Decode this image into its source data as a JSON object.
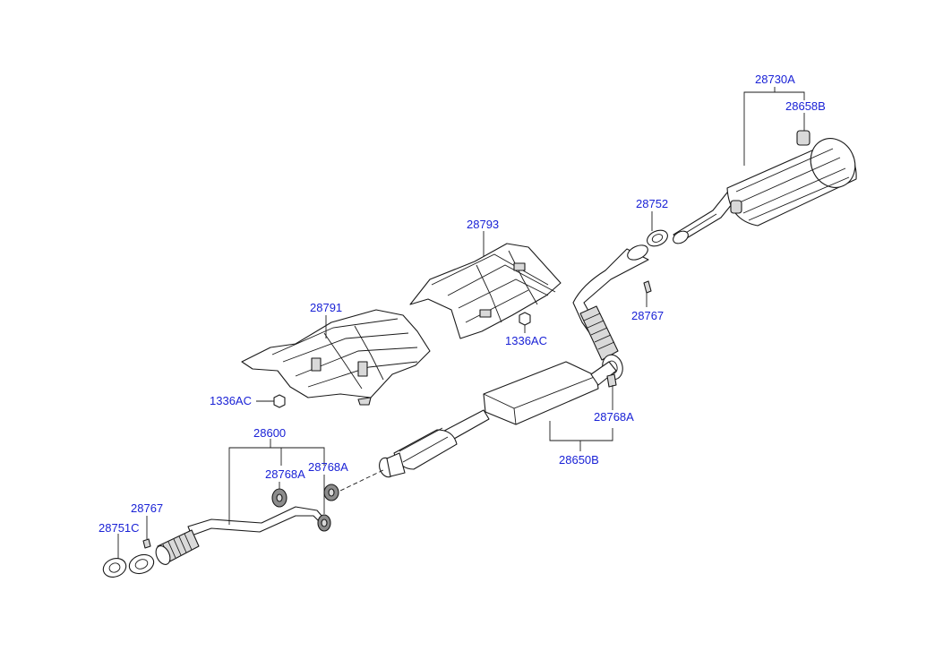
{
  "diagram": {
    "colors": {
      "label": "#1a22d6",
      "line": "#1a1a1a",
      "shade": "#d9d9d9"
    },
    "labels": {
      "muffler_assy": "28730A",
      "muffler_hanger": "28658B",
      "gasket_rear": "28752",
      "clamp_rear": "28767",
      "heat_protector_rear": "28793",
      "nut_rear": "1336AC",
      "heat_protector_front": "28791",
      "nut_front": "1336AC",
      "hanger_center": "28768A",
      "center_muffler": "28650B",
      "front_pipe": "28600",
      "hanger_front_a": "28768A",
      "hanger_front_b": "28768A",
      "clamp_front": "28767",
      "gasket_front": "28751C"
    }
  }
}
